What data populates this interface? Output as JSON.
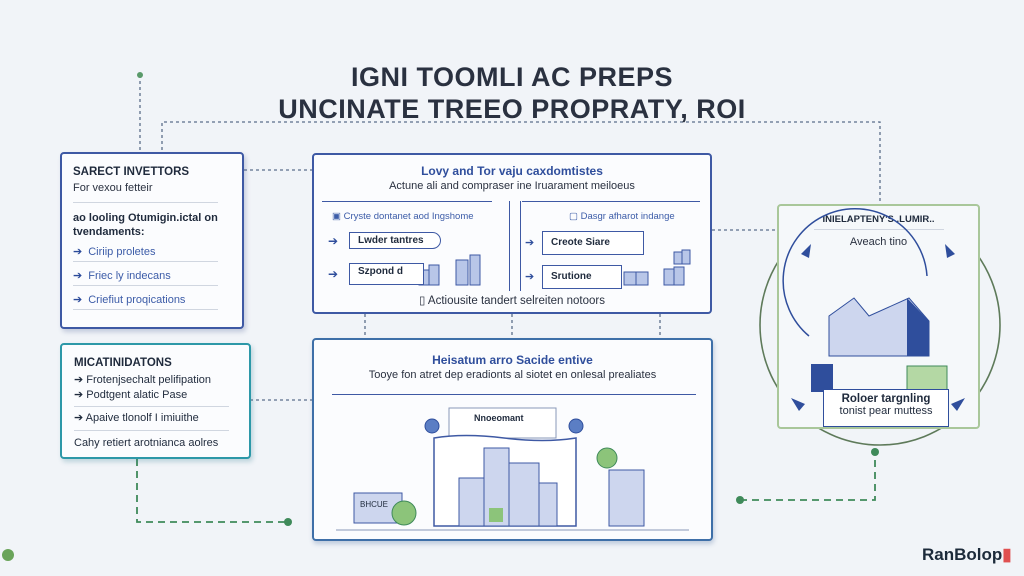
{
  "title": {
    "line1": "IGNI TOOMLI AC PREPS",
    "line2": "UNCINATE TREEO PROPRATY, ROI"
  },
  "target_investors": {
    "heading": "SARECT INVETTORS",
    "subheading": "For vexou fetteir",
    "intro": "ao looling Otumigin.ictal on tvendaments:",
    "items": [
      "Ciriip proletes",
      "Friec ly indecans",
      "Criefiut proqications"
    ]
  },
  "mica_box": {
    "heading": "MICATINIDATONS",
    "items": [
      "Frotenjsechalt pelifipation",
      "Podtgent alatic Pase",
      "Apaive tlonolf I imiuithe"
    ],
    "footer": "Cahy retiert arotnianca aolres"
  },
  "value_box": {
    "heading": "Lovy and Tor vaju caxdomtistes",
    "subheading": "Actune ali and compraser ine Iruarament meiloeus",
    "left_col": {
      "label": "Cryste dontanet aod Ingshome",
      "buttons": [
        "Lwder tantres",
        "Szpond d"
      ]
    },
    "right_col": {
      "label": "Dasgr afharot indange",
      "buttons": [
        "Creote Siare",
        "Srutione"
      ]
    },
    "footer": "Actiousite tandert selreiten notoors"
  },
  "bottom_box": {
    "heading": "Heisatum arro Sacide entive",
    "subheading": "Tooye fon atret dep eradionts al siotet en onlesal prealiates",
    "sign": "Nnoeomant",
    "shop_sign": "BHCUE"
  },
  "right_box": {
    "heading": "INIELAPTENY'S .LUMIR..",
    "subheading": "Aveach tino",
    "caption_line1": "Roloer targnling",
    "caption_line2": "tonist pear muttess"
  },
  "logo": "RanBolop",
  "colors": {
    "primary": "#3e59a4",
    "teal": "#2d98a8",
    "green": "#6aa45a",
    "background": "#f1f4f8"
  }
}
